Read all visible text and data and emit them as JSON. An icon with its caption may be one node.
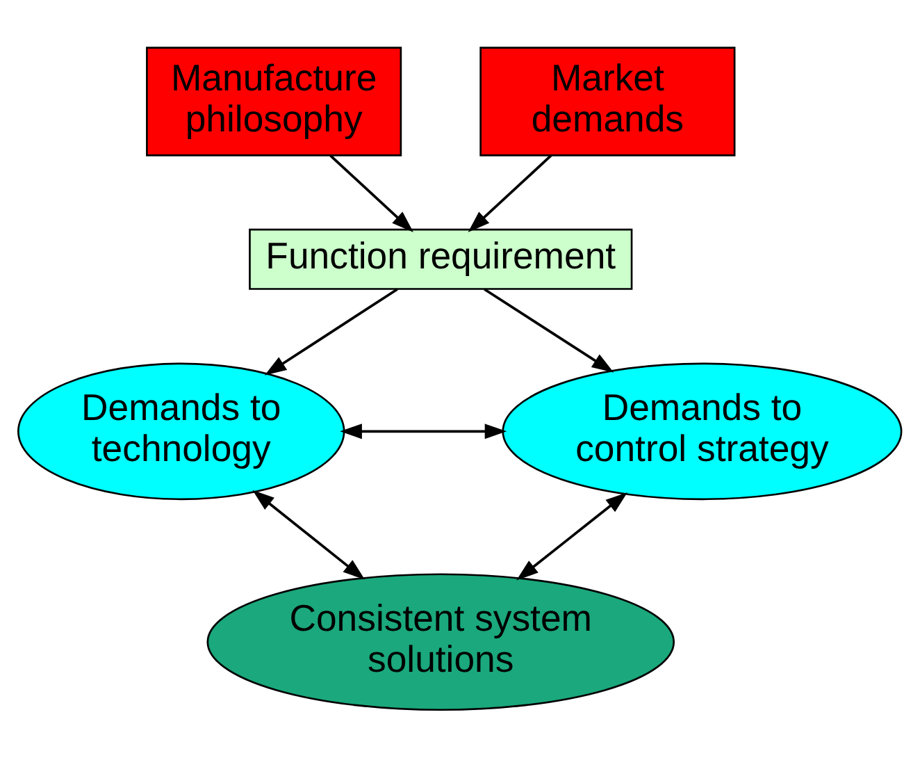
{
  "diagram": {
    "nodes": [
      {
        "text": [
          "Manufacture philosophy"
        ]
      },
      {
        "text": [
          "Market demands"
        ]
      },
      {
        "text": [
          "Function requirement"
        ]
      },
      {
        "text": [
          "Demands to technology"
        ]
      },
      {
        "text": [
          "Demands to control strategy"
        ]
      },
      {
        "text": [
          "Consistent system solutions"
        ]
      }
    ],
    "edges": [
      {
        "from": 0,
        "to": 2,
        "arrow": "to"
      },
      {
        "from": 1,
        "to": 2,
        "arrow": "to"
      },
      {
        "from": 2,
        "to": 3,
        "arrow": "to"
      },
      {
        "from": 2,
        "to": 4,
        "arrow": "to"
      },
      {
        "from": 3,
        "to": 4,
        "arrow": "both"
      },
      {
        "from": 3,
        "to": 5,
        "arrow": "both"
      },
      {
        "from": 4,
        "to": 5,
        "arrow": "both"
      }
    ]
  }
}
